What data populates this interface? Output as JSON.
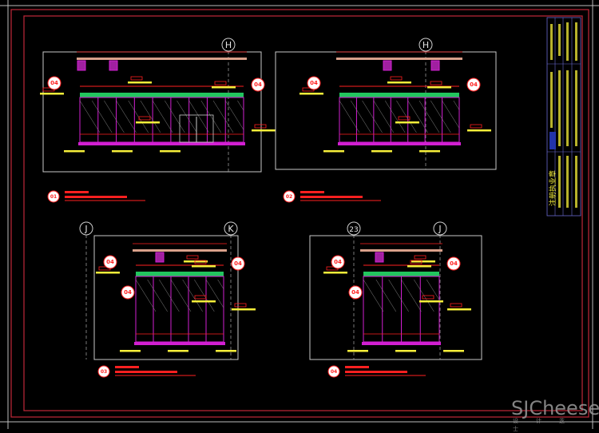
{
  "colors": {
    "frame_red": "#c0283a",
    "line_grey": "#c8c8c8",
    "wall_magenta": "#d21fd2",
    "tag_red": "#ff2020",
    "text_yellow": "#f5ee3a",
    "ceiling_green": "#22c55e",
    "title_blue": "#2233aa"
  },
  "views": [
    {
      "id": "01",
      "grids": [
        "H"
      ]
    },
    {
      "id": "02",
      "grids": [
        "H"
      ]
    },
    {
      "id": "03",
      "grids": [
        "J",
        "K"
      ]
    },
    {
      "id": "04",
      "grids": [
        "23",
        "J"
      ]
    }
  ],
  "callout_tag": "04",
  "title_block": {
    "seal_label": "注册执业章"
  },
  "watermark": {
    "brand": "SJCheese",
    "sub": "设计芝士"
  }
}
